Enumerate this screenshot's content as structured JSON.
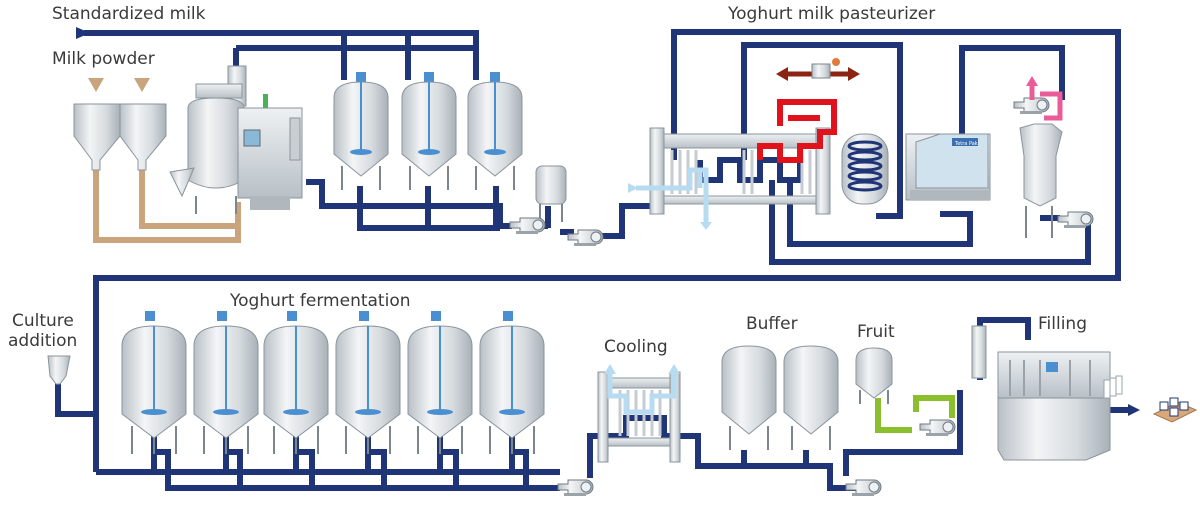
{
  "labels": {
    "standardized_milk": "Standardized milk",
    "milk_powder": "Milk powder",
    "pasteurizer": "Yoghurt milk pasteurizer",
    "culture_line1": "Culture",
    "culture_line2": "addition",
    "fermentation": "Yoghurt fermentation",
    "cooling": "Cooling",
    "buffer": "Buffer",
    "fruit": "Fruit",
    "filling": "Filling"
  },
  "equipment_brand": "Tetra Pak",
  "colors": {
    "product_line": "#1f3577",
    "powder_line": "#c9a47c",
    "hot_water": "#e0131c",
    "cooling_water": "#b7dcf2",
    "fruit_line": "#8cbf2e",
    "steam": "#8b2412",
    "vapour": "#ea5b9a",
    "steel": "#d3d8dc",
    "agitator_blue": "#4a8fd0"
  },
  "equipment": {
    "milk_storage_tanks": 3,
    "fermentation_tanks": 6,
    "buffer_tanks": 2,
    "powder_silos": 2
  }
}
